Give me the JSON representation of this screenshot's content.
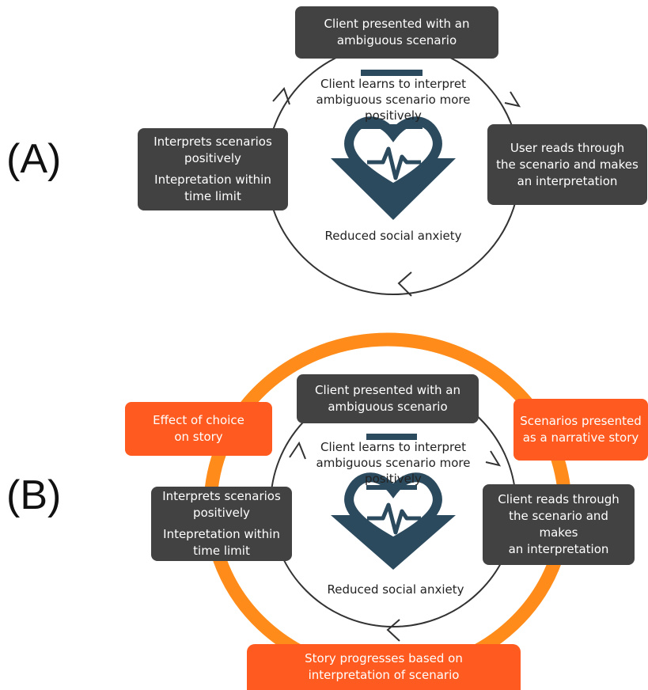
{
  "panel_a": {
    "label": "(A)",
    "top_box": [
      "Client presented with an",
      "ambiguous scenario"
    ],
    "right_box": [
      "User reads through",
      "the scenario and makes",
      "an interpretation"
    ],
    "left_box": {
      "line1": [
        "Interprets scenarios",
        "positively"
      ],
      "line2": [
        "Intepretation within",
        "time limit"
      ]
    },
    "center_text": [
      "Client learns to interpret",
      "ambiguous scenario more",
      "positively"
    ],
    "bottom_text": "Reduced social anxiety"
  },
  "panel_b": {
    "label": "(B)",
    "top_box": [
      "Client presented with an",
      "ambiguous scenario"
    ],
    "right_box": [
      "Client reads through",
      "the scenario and makes",
      "an interpretation"
    ],
    "left_box": {
      "line1": [
        "Interprets scenarios",
        "positively"
      ],
      "line2": [
        "Intepretation within",
        "time limit"
      ]
    },
    "center_text": [
      "Client learns to interpret",
      "ambiguous scenario more",
      "positively"
    ],
    "bottom_text": "Reduced social anxiety",
    "orange_top_left": [
      "Effect of choice",
      "on story"
    ],
    "orange_top_right": [
      "Scenarios presented",
      "as a narrative story"
    ],
    "orange_bottom": [
      "Story progresses based on",
      "interpretation of scenario"
    ]
  },
  "colors": {
    "dark_box": "#424242",
    "orange_accent": "#ff5a1f",
    "outer_ring": "#ff8c1a",
    "heart_icon": "#2c4a5e",
    "cycle_line": "#333333"
  },
  "icons": [
    "heart-pulse-icon",
    "cycle-arrow-icon"
  ]
}
